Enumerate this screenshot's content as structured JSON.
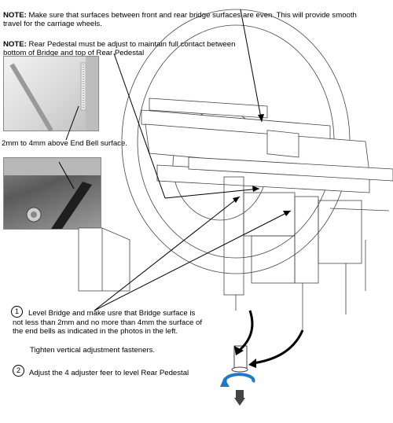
{
  "notes": {
    "note1": {
      "label": "NOTE:",
      "text": " Make sure that surfaces between front and rear bridge surfaces are even. This will provide smooth travel for the carriage wheels."
    },
    "note2": {
      "label": "NOTE:",
      "text": " Rear Pedestal must be adjust to maintain full contact between bottom of Bridge and top of Rear Pedestal"
    }
  },
  "photo_caption": "2mm to 4mm above End Bell surface.",
  "steps": [
    {
      "number": "1",
      "text": "Level Bridge and make usre that Bridge surface is not less than 2mm and no more than 4mm the surface of the end bells as indicated in the photos in the left.",
      "subtext": "Tighten vertical adjustment fasteners."
    },
    {
      "number": "2",
      "text": "Adjust the 4 adjuster feer to level Rear Pedestal"
    }
  ],
  "colors": {
    "line": "#000000",
    "drawing_line": "#444444",
    "photo_bg": "#cfcfcf",
    "rotation_arrow": "#1f78c8"
  }
}
